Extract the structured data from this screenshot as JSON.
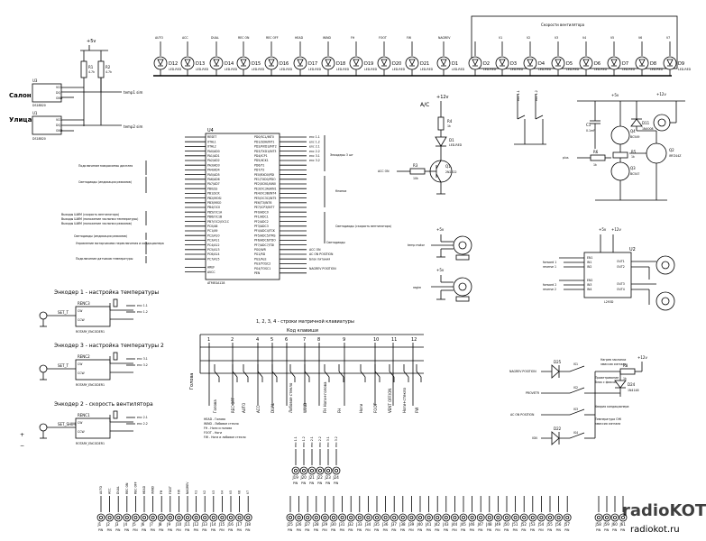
{
  "top_leds": {
    "signals": [
      "AUTO",
      "ACC",
      "DUAL",
      "REC ON",
      "REC OFF",
      "HEAD",
      "WIND",
      "FH",
      "FOOT",
      "FW",
      "NAGREV"
    ],
    "refs": [
      "D12",
      "D13",
      "D14",
      "D15",
      "D16",
      "D17",
      "D18",
      "D19",
      "D20",
      "D21",
      "D1"
    ],
    "part": "LED-RED"
  },
  "fan_leds": {
    "title": "Скорости вентилятора",
    "signals": [
      "V1",
      "V2",
      "V3",
      "V4",
      "V5",
      "V6",
      "V7"
    ],
    "refs": [
      "D2",
      "D3",
      "D4",
      "D5",
      "D6",
      "D7",
      "D8",
      "D9"
    ],
    "part": "LED-RED"
  },
  "sensors": {
    "salon_label": "Салон",
    "street_label": "Улица",
    "u3": "U3",
    "u1": "U1",
    "part": "DS18B20",
    "pins": [
      "VCC",
      "DQ",
      "GND"
    ],
    "r1": "R1",
    "r2": "R2",
    "r_val": "4.7k",
    "temp1": "temp1 sim",
    "temp2": "temp2 sim",
    "vcc": "+5v"
  },
  "mcu": {
    "ref": "U4",
    "part": "ATMEGA128",
    "left_pins": [
      "RESET",
      "XTAL1",
      "XTAL2",
      "PA0/AD0",
      "PA1/AD1",
      "PA2/AD2",
      "PA3/AD3",
      "PA4/AD4",
      "PA5/AD5",
      "PA6/AD6",
      "PA7/AD7",
      "PB0/SS",
      "PB1/SCK",
      "PB2/MOSI",
      "PB3/MISO",
      "PB4/OC0",
      "PB5/OC1A",
      "PB6/OC1B",
      "PB7/OC2/OC1C",
      "PC0/A8",
      "PC1/A9",
      "PC2/A10",
      "PC3/A11",
      "PC4/A12",
      "PC5/A13",
      "PC6/A14",
      "PC7/A15",
      "AREF",
      "AVCC"
    ],
    "right_pins": [
      "PD0/SCL/INT0",
      "PD1/SDA/INT1",
      "PD2/RXD1/INT2",
      "PD3/TXD1/INT3",
      "PD4/ICP1",
      "PD5/XCK1",
      "PD6/T1",
      "PD7/T2",
      "PE0/RXD0/PDI",
      "PE1/TXD0/PDO",
      "PE2/XCK0/AIN0",
      "PE3/OC3A/AIN1",
      "PE4/OC3B/INT4",
      "PE5/OC3C/INT5",
      "PE6/T3/INT6",
      "PE7/ICP3/INT7",
      "PF0/ADC0",
      "PF1/ADC1",
      "PF2/ADC2",
      "PF3/ADC3",
      "PF4/ADC4/TCK",
      "PF5/ADC5/TMS",
      "PF6/ADC6/TDO",
      "PF7/ADC7/TDI",
      "PG0/WR",
      "PG1/RD",
      "PG2/ALE",
      "PG3/TOSC2",
      "PG4/TOSC1",
      "PEN"
    ],
    "right_nets": [
      "enc 1.1",
      "enc 1.2",
      "enc 2.1",
      "enc 2.2",
      "enc 3.1",
      "enc 3.2",
      "",
      "",
      "",
      "",
      "",
      "",
      "",
      "",
      "",
      "",
      "",
      "",
      "",
      "",
      "",
      "",
      "",
      "",
      "ACC ON",
      "AC ON POSITION",
      "Блок питания",
      "",
      "NAGREV POSITION",
      ""
    ]
  },
  "mcu_notes": {
    "n1": "Подключение микросхемы дисплея",
    "n2": "Светодиоды (индикация режимов)",
    "n3": "Выходы ШИМ (скорость вентилятора)",
    "n4": "Выходы ШИМ (положение заслонки температуры)",
    "n5": "Выходы ШИМ (положение заслонки режимов)",
    "n6": "Светодиоды (индикация режимов)",
    "n7": "Управление моторчиками переключения и кондиционера",
    "n8": "Подключение датчиков температуры",
    "r1": "Энкодеры 3 шт",
    "r2": "Кнопки",
    "r3": "Светодиоды (скорость вентилятора)",
    "r4": "Светодиоды"
  },
  "ac": {
    "title": "A/C",
    "r4": "R4",
    "r4_val": "1k",
    "d1": "D1",
    "d1_part": "LED-RED",
    "r3": "R3",
    "r3_val": "10k",
    "q1": "Q1",
    "q1_part": "2N2222",
    "net": "ACC ON",
    "vcc": "+12v"
  },
  "motor_driver": {
    "c1": "C1",
    "c1_val": "0.1mF",
    "q4": "Q4",
    "q4_part": "BC549",
    "q3": "Q3",
    "q3_part": "BC547",
    "q2": "Q2",
    "q2_part": "IRFZ44Z",
    "d11": "D11",
    "d11_part": "1N4008",
    "r5": "R5",
    "r5_val": "1k",
    "r6": "R6",
    "r6_val": "1k",
    "net": "plus",
    "v12": "+12v",
    "v5": "+5v"
  },
  "u2": {
    "ref": "U2",
    "part": "L293D",
    "pins_l": [
      "EN1",
      "IN1",
      "IN2",
      "EN2",
      "IN3",
      "IN4"
    ],
    "pins_r": [
      "OUT1",
      "OUT2",
      "OUT3",
      "OUT4"
    ],
    "nets_l": [
      "forward 1",
      "reverse 1",
      "forward 2",
      "reverse 2"
    ],
    "v12": "+12v",
    "v5": "+5v"
  },
  "servos": {
    "a_net": "temp motor",
    "b_net": "regim",
    "v": "+5v"
  },
  "encoders": [
    {
      "title": "Энкодер 1 - настройка температуры",
      "ref": "RENC3",
      "set": "SET_T",
      "nets": [
        "enc 1.1",
        "enc 1.2"
      ]
    },
    {
      "title": "Энкодер 3 - настройка температуры 2",
      "ref": "RENC2",
      "set": "SET_T",
      "nets": [
        "enc 3.1",
        "enc 3.2"
      ]
    },
    {
      "title": "Энкодер 2 - скорость вентилятора",
      "ref": "RENC1",
      "set": "SET_SHIM",
      "nets": [
        "enc 2.1",
        "enc 2.2"
      ]
    }
  ],
  "encoder_part": "ROTARY_ENCODER1",
  "encoder_pins": [
    "CW",
    "CCW"
  ],
  "keypad": {
    "title": "1, 2, 3, 4 - строки матричной клавиатуры",
    "subtitle": "Код клавиши",
    "cols": [
      "1",
      "2",
      "4",
      "5",
      "6",
      "7",
      "8",
      "9",
      "10",
      "11",
      "12"
    ],
    "keys": [
      "Голова",
      "REC OFF",
      "AUTO",
      "ACC",
      "DUAL",
      "Лобовое стекло",
      "WIND",
      "FH Ноги+голова",
      "FH",
      "Ноги",
      "FOOT",
      "VENT OFF/ON",
      "Ноги+стекло",
      "FW"
    ],
    "legend": [
      "HEAD - Голова",
      "WIND - Лобовое стекло",
      "FH - Ноги и голова",
      "FOOT - Ноги",
      "FW - Ноги и лобовое стекло"
    ]
  },
  "limits": {
    "t1": "Нагрев заслонки",
    "t1b": "эмиссия сигнала",
    "t2": "Проветривание",
    "t2b": "блок с фиксацией",
    "t3": "Авария кондиционера",
    "t4": "Температура ОЖ",
    "t4b": "эмиссия сигнала",
    "nets": [
      "NAGREV POSITION",
      "PROVETR",
      "AC ON POSITION",
      "IGN"
    ],
    "refs": [
      "D25",
      "D24",
      "D23",
      "D22"
    ],
    "r8": "R8",
    "r8_val": "1k",
    "d24_part": "1N4148",
    "sw": [
      "IS1",
      "IS2",
      "IS3",
      "IS4"
    ],
    "v12": "+12v"
  },
  "bottom_left_headers": {
    "refs": [
      "J1",
      "J2",
      "J3",
      "J4",
      "J5",
      "J6",
      "J7",
      "J8",
      "J9",
      "J10",
      "J11",
      "J12",
      "J13",
      "J14",
      "J15",
      "J16",
      "J17",
      "J18"
    ],
    "signals": [
      "AUTO",
      "ACC",
      "DUAL",
      "REC ON",
      "REC OFF",
      "HEAD",
      "WIND",
      "FH",
      "FOOT",
      "FW",
      "NAGREV",
      "V1",
      "V2",
      "V3",
      "V4",
      "V5",
      "V6",
      "V7"
    ]
  },
  "bottom_mid_headers": {
    "refs": [
      "J19",
      "J20",
      "J21",
      "J22",
      "J23",
      "J24"
    ],
    "signals": [
      "enc 1.1",
      "enc 1.2",
      "enc 2.1",
      "enc 2.2",
      "enc 3.1",
      "enc 3.2"
    ]
  },
  "bottom_big_header": {
    "refs": [
      "J25",
      "J26",
      "J27",
      "J28",
      "J29",
      "J30",
      "J31",
      "J32",
      "J33",
      "J34",
      "J35",
      "J36",
      "J37",
      "J38",
      "J39",
      "J40",
      "J41",
      "J42",
      "J43",
      "J44",
      "J45",
      "J46",
      "J47",
      "J48",
      "J49",
      "J50",
      "J51",
      "J52",
      "J53",
      "J54",
      "J55",
      "J56",
      "J57"
    ]
  },
  "bottom_right_headers": {
    "refs": [
      "J58",
      "J59",
      "J60",
      "J61"
    ]
  },
  "pin_label": "PIN",
  "watermark": {
    "main": "radioKOT",
    "sub": "radiokot.ru"
  },
  "colors": {
    "line": "#000000",
    "bg": "#ffffff",
    "watermark": "#d9c9a6"
  }
}
